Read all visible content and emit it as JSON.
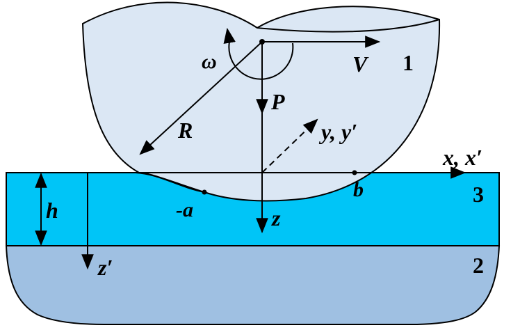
{
  "labels": {
    "omega": "ω",
    "velocity": "V",
    "force": "P",
    "radius": "R",
    "y_axis": "y, y′",
    "x_axis": "x, x′",
    "z_axis": "z",
    "z_prime_axis": "z′",
    "thickness": "h",
    "point_a": "-a",
    "point_b": "b",
    "body_cylinder": "1",
    "body_substrate": "2",
    "body_coating": "3"
  },
  "colors": {
    "cylinder_fill": "#dbe7f4",
    "coating_fill": "#00c5f7",
    "substrate_fill": "#9fc0e2",
    "stroke": "#000000"
  }
}
